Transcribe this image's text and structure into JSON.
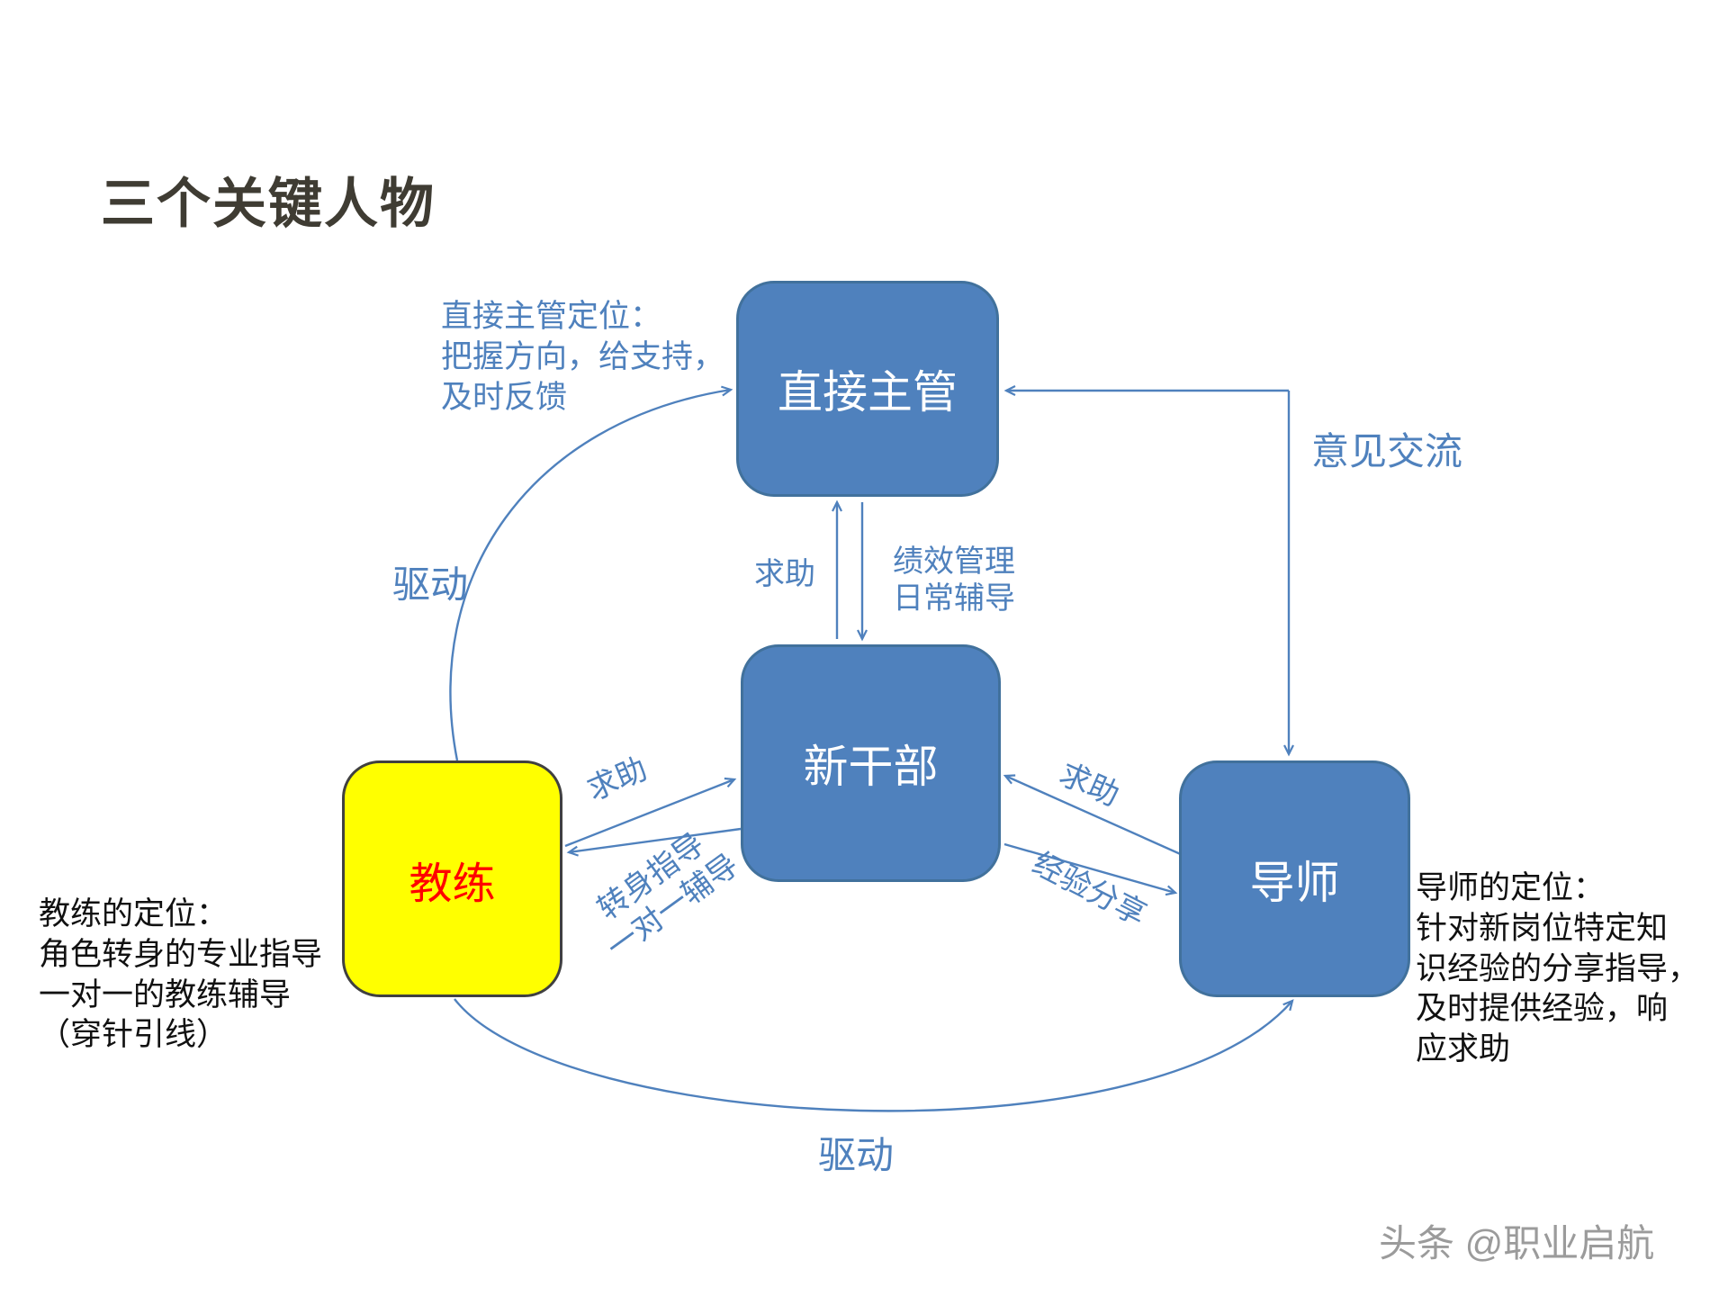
{
  "title": "三个关键人物",
  "nodes": {
    "supervisor": {
      "label": "直接主管"
    },
    "cadre": {
      "label": "新干部"
    },
    "coach": {
      "label": "教练"
    },
    "mentor": {
      "label": "导师"
    }
  },
  "roles": {
    "supervisor_role": "直接主管定位：\n把握方向，给支持，\n及时反馈",
    "coach_role": "教练的定位：\n角色转身的专业指导\n一对一的教练辅导\n（穿针引线）",
    "mentor_role": "导师的定位：\n针对新岗位特定知\n识经验的分享指导，\n及时提供经验，响\n应求助"
  },
  "edges": {
    "drive_left": "驱动",
    "drive_bottom": "驱动",
    "opinion_exchange": "意见交流",
    "help_supervisor": "求助",
    "performance": "绩效管理\n日常辅导",
    "help_coach": "求助",
    "turn_guidance": "转身指导\n一对一辅导",
    "help_mentor": "求助",
    "experience_share": "经验分享"
  },
  "watermark": "头条 @职业启航",
  "colors": {
    "node_blue": "#4f81bd",
    "node_border": "#41719c",
    "node_yellow": "#ffff00",
    "coach_text": "#ff0000",
    "arrow_blue": "#4f81bd",
    "title_text": "#3f3c33",
    "watermark_gray": "#9b9b9b"
  }
}
